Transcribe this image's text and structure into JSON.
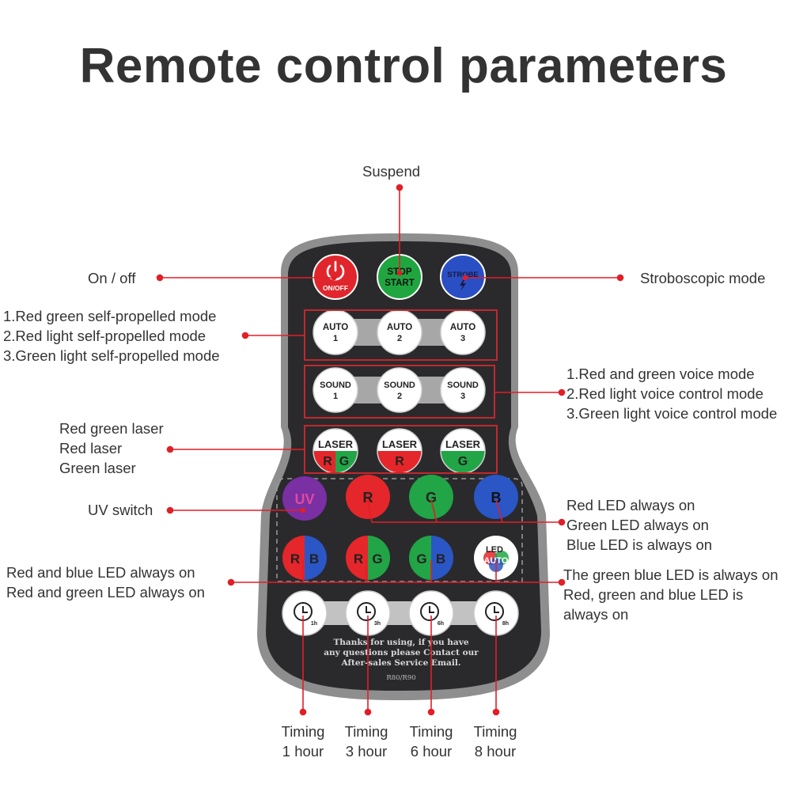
{
  "title": "Remote control parameters",
  "colors": {
    "leader": "#e21e26",
    "remote_body": "#2a2a2d",
    "remote_rim": "#8e8e8e",
    "power": "#e0262c",
    "stop_start": "#20a640",
    "strobe": "#2a4fc4",
    "uv": "#7a2fa3",
    "red": "#e5262a",
    "green": "#21a546",
    "blue": "#2a56c6"
  },
  "remote": {
    "buttons": {
      "power": {
        "label": "ON/OFF",
        "icon": "power-icon"
      },
      "stop_start": {
        "line1": "STOP",
        "line2": "START"
      },
      "strobe": {
        "label": "STROBE",
        "icon": "lightning-icon"
      },
      "auto": [
        {
          "line1": "AUTO",
          "line2": "1"
        },
        {
          "line1": "AUTO",
          "line2": "2"
        },
        {
          "line1": "AUTO",
          "line2": "3"
        }
      ],
      "sound": [
        {
          "line1": "SOUND",
          "line2": "1"
        },
        {
          "line1": "SOUND",
          "line2": "2"
        },
        {
          "line1": "SOUND",
          "line2": "3"
        }
      ],
      "laser": [
        {
          "top": "LASER",
          "letters": [
            "R",
            "G"
          ]
        },
        {
          "top": "LASER",
          "letters": [
            "R"
          ]
        },
        {
          "top": "LASER",
          "letters": [
            "G"
          ]
        }
      ],
      "uv": "UV",
      "r": "R",
      "g": "G",
      "b": "B",
      "rb": [
        "R",
        "B"
      ],
      "rg": [
        "R",
        "G"
      ],
      "gb": [
        "G",
        "B"
      ],
      "led_auto": {
        "line1": "LED",
        "line2": "AUTO"
      },
      "timers": [
        {
          "label": "1h",
          "icon": "clock-icon"
        },
        {
          "label": "3h",
          "icon": "clock-icon"
        },
        {
          "label": "6h",
          "icon": "clock-icon"
        },
        {
          "label": "8h",
          "icon": "clock-icon"
        }
      ]
    },
    "footer": {
      "line1": "Thanks for using, if you have",
      "line2": "any questions please Contact our",
      "line3": "After-sales Service Email.",
      "model": "R80/R90"
    }
  },
  "labels": {
    "suspend": "Suspend",
    "on_off": "On / off",
    "strobe": "Stroboscopic mode",
    "auto": [
      "1.Red green self-propelled mode",
      "2.Red light self-propelled mode",
      "3.Green light self-propelled mode"
    ],
    "voice": [
      "1.Red and green voice mode",
      "2.Red light voice control mode",
      "3.Green light voice control mode"
    ],
    "laser": [
      "Red green laser",
      "Red laser",
      "Green laser"
    ],
    "uv": "UV switch",
    "led_single": [
      "Red LED always on",
      "Green LED always on",
      "Blue LED is always on"
    ],
    "led_combo_left": [
      "Red and blue LED always on",
      "Red and green LED always on"
    ],
    "led_combo_right": [
      "The green blue LED is always on",
      "Red, green and blue LED is",
      "always on"
    ],
    "timing": [
      [
        "Timing",
        "1 hour"
      ],
      [
        "Timing",
        "3 hour"
      ],
      [
        "Timing",
        "6 hour"
      ],
      [
        "Timing",
        "8 hour"
      ]
    ]
  }
}
